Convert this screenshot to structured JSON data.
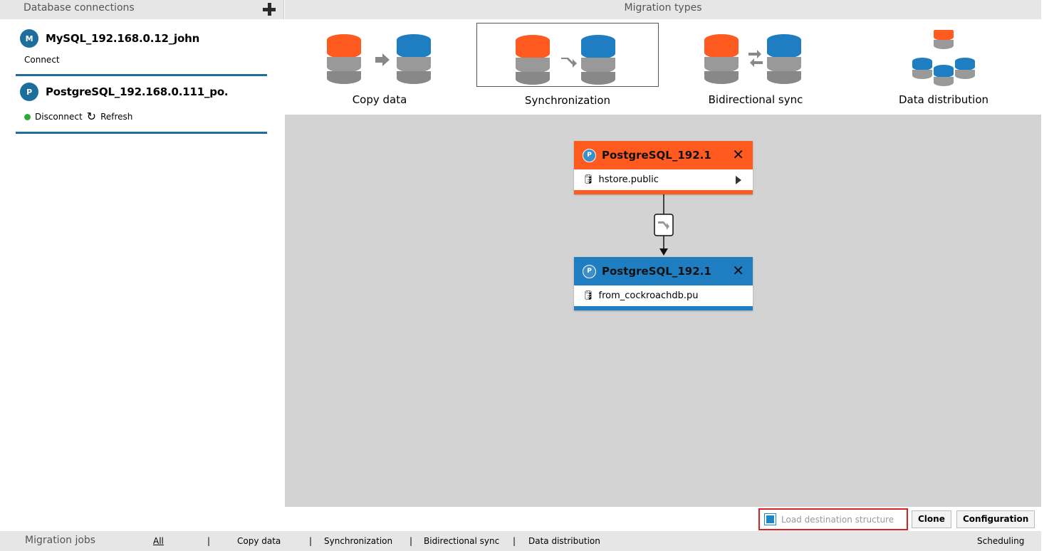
{
  "sidebar": {
    "header": "Database connections",
    "connections": [
      {
        "name": "MySQL_192.168.0.12_john",
        "action": "Connect"
      },
      {
        "name": "PostgreSQL_192.168.0.111_po.",
        "status": "Disconnect",
        "refresh": "Refresh"
      }
    ]
  },
  "migration_types": {
    "header": "Migration types",
    "items": [
      "Copy data",
      "Synchronization",
      "Bidirectional sync",
      "Data distribution"
    ]
  },
  "canvas": {
    "source": {
      "name": "PostgreSQL_192.1",
      "schema": "hstore.public"
    },
    "target": {
      "name": "PostgreSQL_192.1",
      "schema": "from_cockroachdb.pu"
    }
  },
  "actions": {
    "load_destination": "Load destination structure",
    "clone": "Clone",
    "configuration": "Configuration"
  },
  "jobs_bar": {
    "title": "Migration jobs",
    "tabs": [
      "All",
      "Copy data",
      "Synchronization",
      "Bidirectional sync",
      "Data distribution"
    ],
    "scheduling": "Scheduling"
  },
  "colors": {
    "accent": "#1c6f9c",
    "orange": "#ff5a1f",
    "blue": "#1f7ec2"
  },
  "icons": [
    "add-icon",
    "mysql-icon",
    "postgresql-icon",
    "refresh-icon",
    "database-icon",
    "close-icon",
    "sync-icon"
  ]
}
